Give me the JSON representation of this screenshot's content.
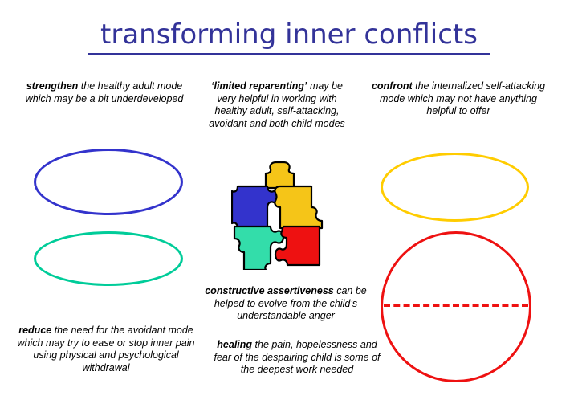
{
  "slide": {
    "background_color": "#ffffff",
    "title": "transforming inner conflicts",
    "title_color": "#333399"
  },
  "captions": {
    "strengthen": {
      "bold": "strengthen",
      "rest": " the healthy adult mode which may be a bit underdeveloped"
    },
    "limited_reparenting": {
      "bold": "‘limited reparenting’",
      "rest": " may be very helpful in working with healthy adult, self-attacking, avoidant and both child modes"
    },
    "confront": {
      "bold": "confront",
      "rest": " the internalized self-attacking mode which may not have anything helpful to offer"
    },
    "constructive_assertiveness": {
      "bold": "constructive assertiveness",
      "rest": " can be helped to evolve from the child’s understandable anger"
    },
    "reduce": {
      "bold": "reduce",
      "rest": " the need for the avoidant mode which may try to ease or stop inner pain using physical and psychological withdrawal"
    },
    "healing": {
      "bold": "healing",
      "rest": " the pain, hopelessness and fear of the despairing child is some of the deepest work needed"
    }
  },
  "shapes": {
    "ellipse_blue": {
      "name": "healthy-adult-ellipse",
      "color": "#3333cc"
    },
    "ellipse_teal": {
      "name": "constructive-assertiveness-ellipse",
      "color": "#00cc99"
    },
    "ellipse_yellow": {
      "name": "self-attacking-ellipse",
      "color": "#ffcc00"
    },
    "ellipse_red": {
      "name": "despairing-child-ellipse",
      "color": "#ee1111"
    },
    "red_dash_line": {
      "name": "red-dashed-divider",
      "color": "#ee1111"
    }
  },
  "puzzle": {
    "pieces": [
      {
        "name": "puzzle-piece-top-yellow",
        "color": "#f5c518"
      },
      {
        "name": "puzzle-piece-left-blue",
        "color": "#3333cc"
      },
      {
        "name": "puzzle-piece-right-yellow",
        "color": "#f5c518"
      },
      {
        "name": "puzzle-piece-bottom-left-teal",
        "color": "#33ddaa"
      },
      {
        "name": "puzzle-piece-bottom-right-red",
        "color": "#ee1111"
      }
    ]
  }
}
